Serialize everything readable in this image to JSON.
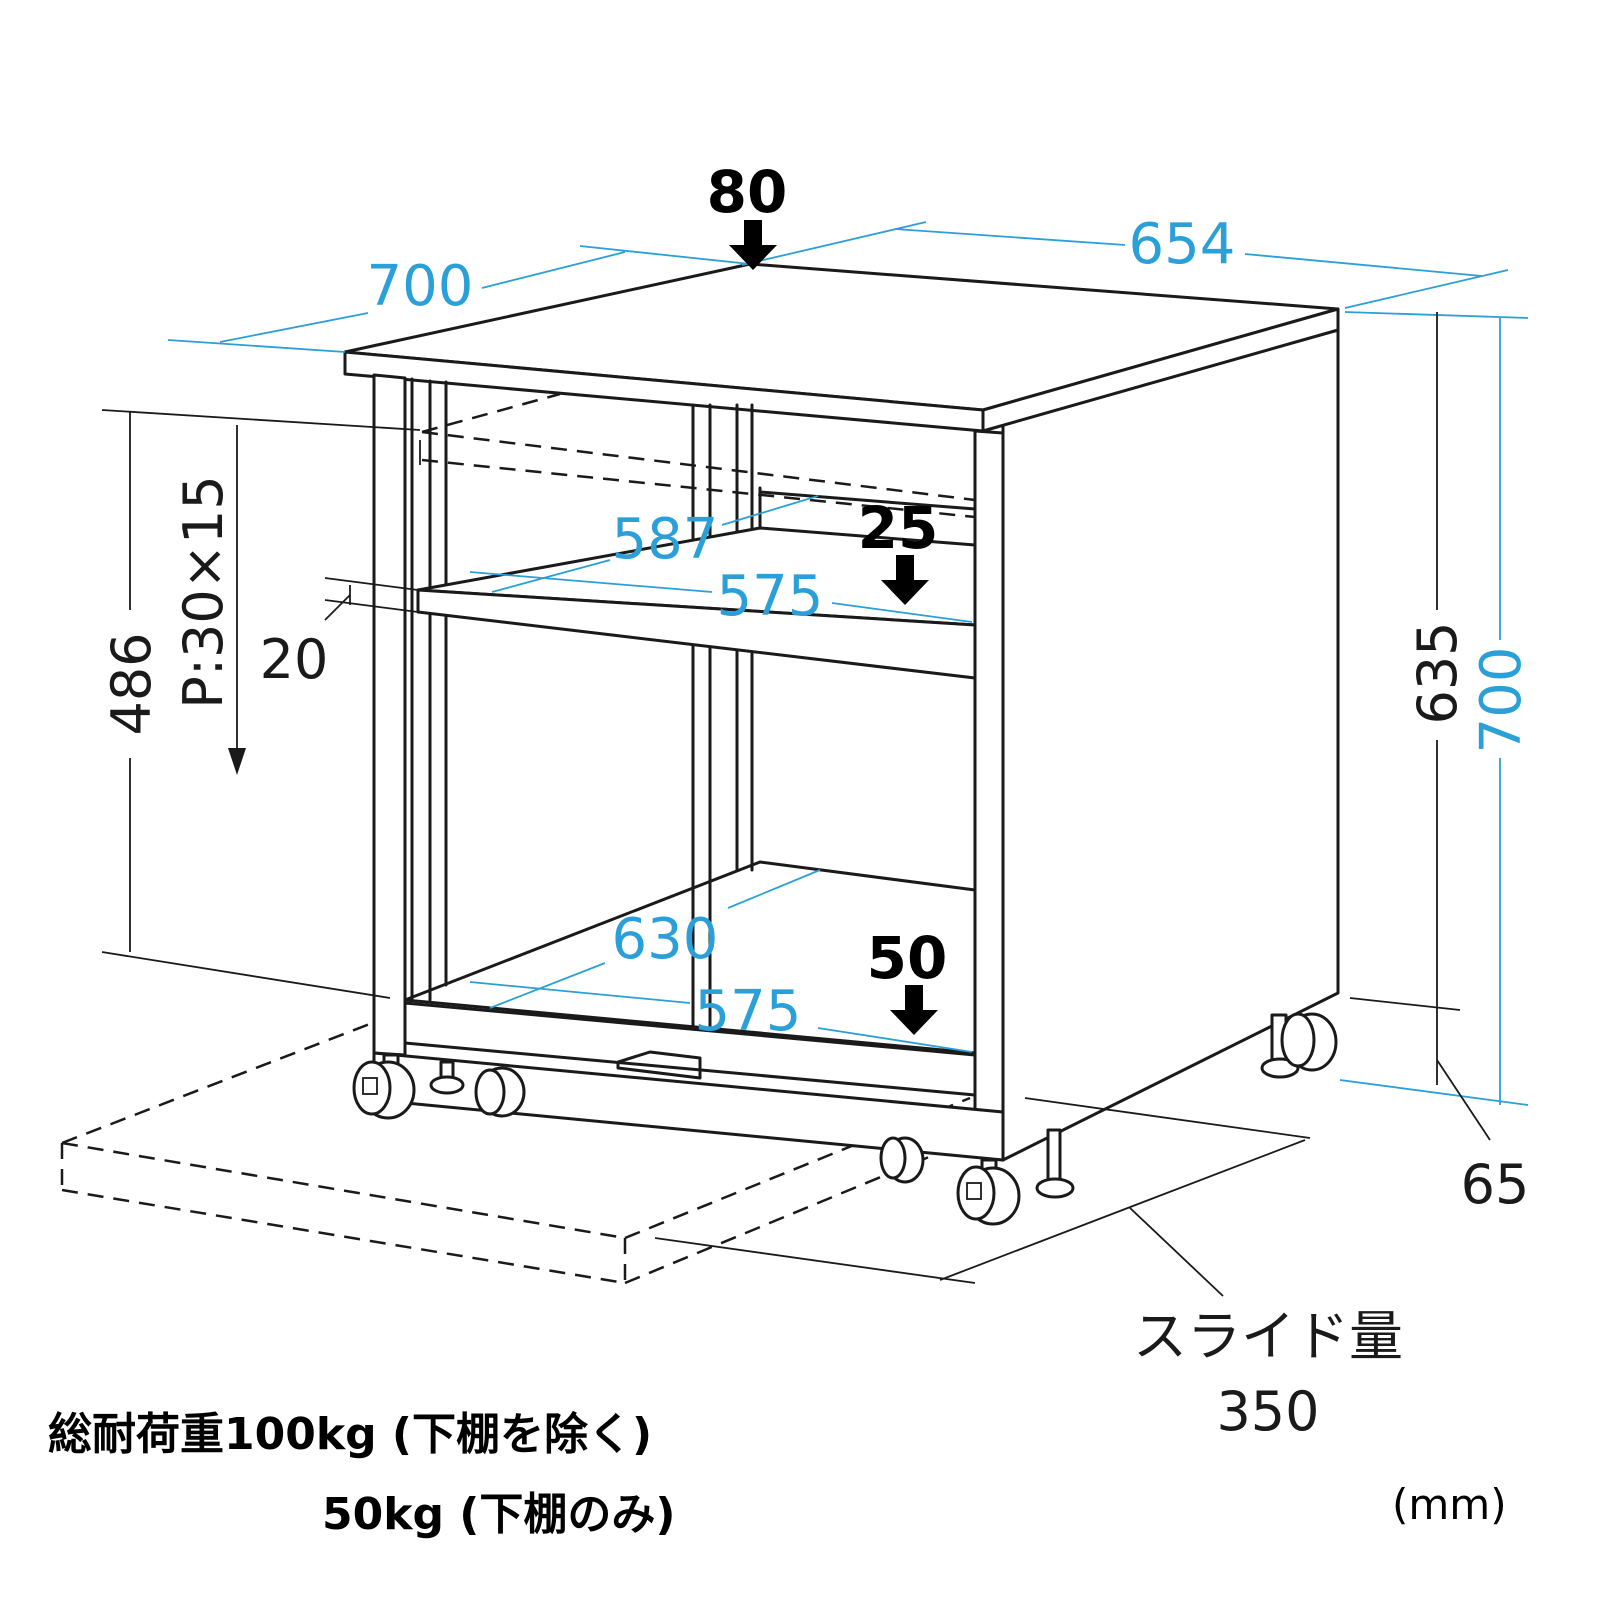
{
  "dimensions": {
    "top_load": "80",
    "width": "700",
    "depth": "654",
    "shelf_depth": "587",
    "shelf_width": "575",
    "shelf_load": "25",
    "bottom_depth": "630",
    "bottom_width": "575",
    "bottom_load": "50",
    "pitch_label": "P:30×15",
    "shelf_range": "486",
    "shelf_thickness": "20",
    "inner_height": "635",
    "height": "700",
    "caster_height": "65",
    "slide_label": "スライド量",
    "slide_value": "350"
  },
  "notes": {
    "line1": "総耐荷重100kg (下棚を除く)",
    "line2": "50kg (下棚のみ)"
  },
  "unit": "(mm)"
}
